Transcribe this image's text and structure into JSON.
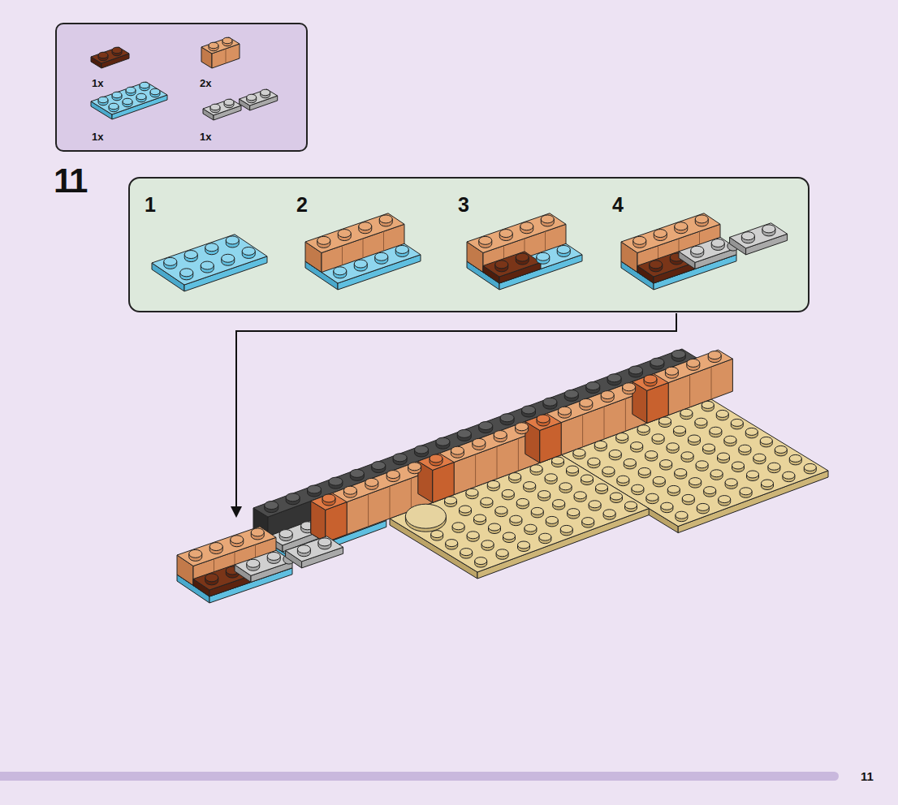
{
  "diagram": {
    "nodes": [
      {
        "text": [
          "1x",
          "2x",
          "1x",
          "1x"
        ]
      },
      {
        "text": [
          "1",
          "2",
          "3",
          "4"
        ]
      }
    ],
    "labels": [
      "11",
      "11"
    ]
  }
}
